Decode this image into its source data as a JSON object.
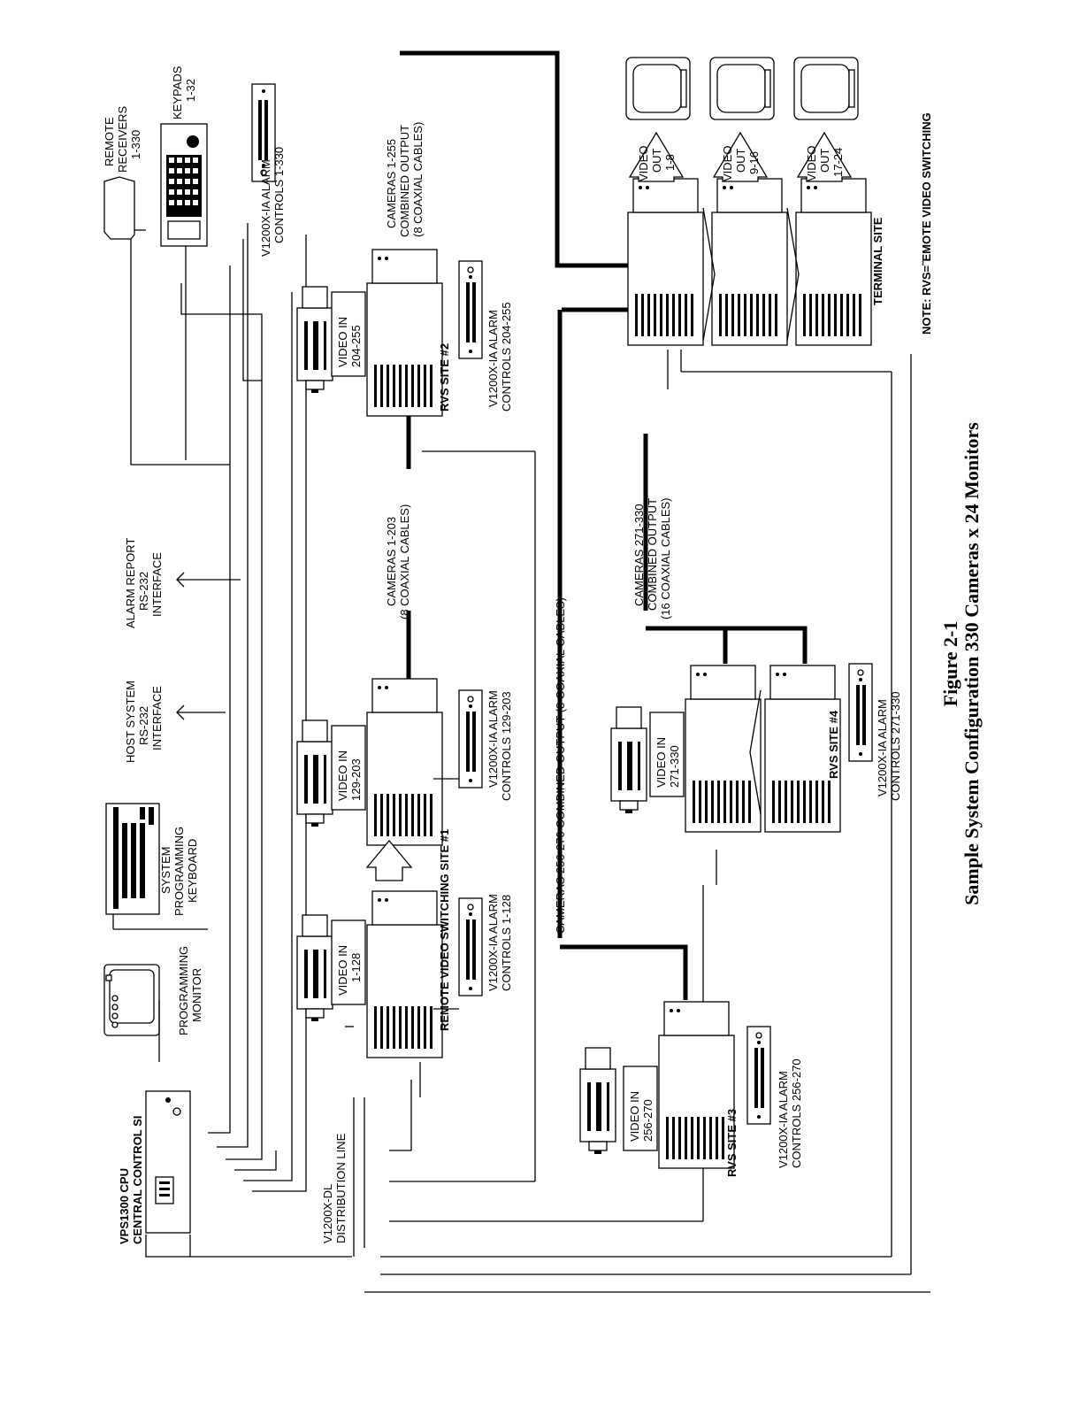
{
  "figure": {
    "number": "Figure 2-1",
    "title": "Sample System Configuration 330 Cameras x 24 Monitors"
  },
  "labels": {
    "cpu": [
      "VPS1300 CPU",
      "CENTRAL CONTROL SI"
    ],
    "distribution": [
      "V1200X-DL",
      "DISTRIBUTION LINE"
    ],
    "prog_monitor": [
      "PROGRAMMING",
      "MONITOR"
    ],
    "prog_keyboard": [
      "SYSTEM",
      "PROGRAMMING",
      "KEYBOARD"
    ],
    "host_interface": [
      "HOST SYSTEM",
      "RS-232",
      "INTERFACE"
    ],
    "alarm_interface": [
      "ALARM REPORT",
      "RS-232",
      "INTERFACE"
    ],
    "remote_receivers": [
      "REMOTE",
      "RECEIVERS",
      "1-330"
    ],
    "keypads": [
      "KEYPADS",
      "1-32"
    ],
    "alarm_1_330": [
      "V1200X-IA ALARM",
      "CONTROLS 1-330"
    ],
    "cameras_1_255": [
      "CAMERAS 1-255",
      "COMBINED OUTPUT",
      "(8 COAXIAL CABLES)"
    ],
    "cameras_1_203": [
      "CAMERAS 1-203",
      "(8 COAXIAL CABLES)"
    ],
    "cameras_256_270": "CAMERAS 256-270 COMBINED OUTPUT (8 COAXIAL CABLES)",
    "cameras_271_330": [
      "CAMERAS 271-330",
      "COMBINED OUTPUT",
      "(16 COAXIAL CABLES)"
    ],
    "video_in_1_128": [
      "VIDEO IN",
      "1-128"
    ],
    "video_in_129_203": [
      "VIDEO IN",
      "129-203"
    ],
    "video_in_204_255": [
      "VIDEO IN",
      "204-255"
    ],
    "video_in_256_270": [
      "VIDEO IN",
      "256-270"
    ],
    "video_in_271_330": [
      "VIDEO IN",
      "271-330"
    ],
    "rvs_site_1": "REMOTE VIDEO SWITCHING SITE #1",
    "rvs_site_2": "RVS SITE #2",
    "rvs_site_3": "RVS SITE #3",
    "rvs_site_4": "RVS SITE #4",
    "alarm_1_128": [
      "V1200X-IA ALARM",
      "CONTROLS 1-128"
    ],
    "alarm_129_203": [
      "V1200X-IA ALARM",
      "CONTROLS 129-203"
    ],
    "alarm_204_255": [
      "V1200X-IA ALARM",
      "CONTROLS 204-255"
    ],
    "alarm_256_270": [
      "V1200X-IA ALARM",
      "CONTROLS 256-270"
    ],
    "alarm_271_330": [
      "V1200X-IA ALARM",
      "CONTROLS 271-330"
    ],
    "video_out_1_8": [
      "VIDEO",
      "OUT",
      "1-8"
    ],
    "video_out_9_16": [
      "VIDEO",
      "OUT",
      "9-16"
    ],
    "video_out_17_24": [
      "VIDEO",
      "OUT",
      "17-24"
    ],
    "terminal_site": "TERMINAL SITE",
    "note": "NOTE: RVS=˜EMOTE VIDEO SWITCHING"
  }
}
